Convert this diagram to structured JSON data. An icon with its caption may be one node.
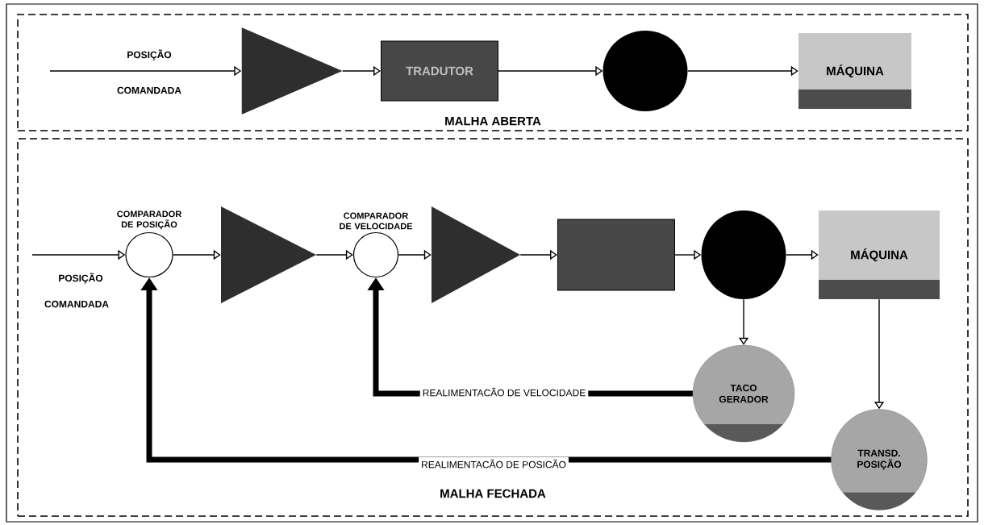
{
  "diagram": {
    "nodes": [
      {
        "text": [
          "MALHA ABERTA"
        ]
      },
      {
        "text": [],
        "shape": "triangle",
        "in": 0
      },
      {
        "text": [
          "TRADUTOR"
        ],
        "in": 0
      },
      {
        "text": [],
        "shape": "circle",
        "in": 0
      },
      {
        "text": [
          "MÁQUINA"
        ],
        "in": 0
      },
      {
        "text": [
          "MALHA FECHADA"
        ]
      },
      {
        "text": [
          "COMPARADOR DE POSIÇÃO"
        ],
        "in": 5
      },
      {
        "text": [],
        "shape": "triangle",
        "in": 5
      },
      {
        "text": [
          "COMPARADOR DE VELOCIDADE"
        ],
        "in": 5
      },
      {
        "text": [],
        "shape": "triangle",
        "in": 5
      },
      {
        "text": [],
        "shape": "box",
        "in": 5
      },
      {
        "text": [],
        "shape": "circle",
        "in": 5
      },
      {
        "text": [
          "MÁQUINA"
        ],
        "in": 5
      },
      {
        "text": [
          "TACO GERADOR"
        ],
        "in": 5
      },
      {
        "text": [
          "TRANSD. POSIÇÃO"
        ],
        "in": 5
      }
    ],
    "edges": [
      {
        "from": null,
        "to": 1,
        "arrow": "to"
      },
      {
        "from": 1,
        "to": 2,
        "arrow": "to"
      },
      {
        "from": 2,
        "to": 3,
        "arrow": "to"
      },
      {
        "from": 3,
        "to": 4,
        "arrow": "to"
      },
      {
        "from": null,
        "to": 6,
        "arrow": "to"
      },
      {
        "from": 6,
        "to": 7,
        "arrow": "to"
      },
      {
        "from": 7,
        "to": 8,
        "arrow": "to"
      },
      {
        "from": 8,
        "to": 9,
        "arrow": "to"
      },
      {
        "from": 9,
        "to": 10,
        "arrow": "to"
      },
      {
        "from": 10,
        "to": 11,
        "arrow": "to"
      },
      {
        "from": 11,
        "to": 12,
        "arrow": "to"
      },
      {
        "from": 11,
        "to": 13,
        "arrow": "to"
      },
      {
        "from": 12,
        "to": 14,
        "arrow": "to"
      },
      {
        "from": 13,
        "to": 8,
        "arrow": "to",
        "label": "REALIMENTACÃO DE VELOCIDADE",
        "style": "thick"
      },
      {
        "from": 14,
        "to": 6,
        "arrow": "to",
        "label": "REALIMENTACÃO DE POSICÃO",
        "style": "thick"
      }
    ],
    "labels": [
      "POSIÇÃO",
      "COMANDADA",
      "POSIÇÃO",
      "COMANDADA"
    ]
  }
}
